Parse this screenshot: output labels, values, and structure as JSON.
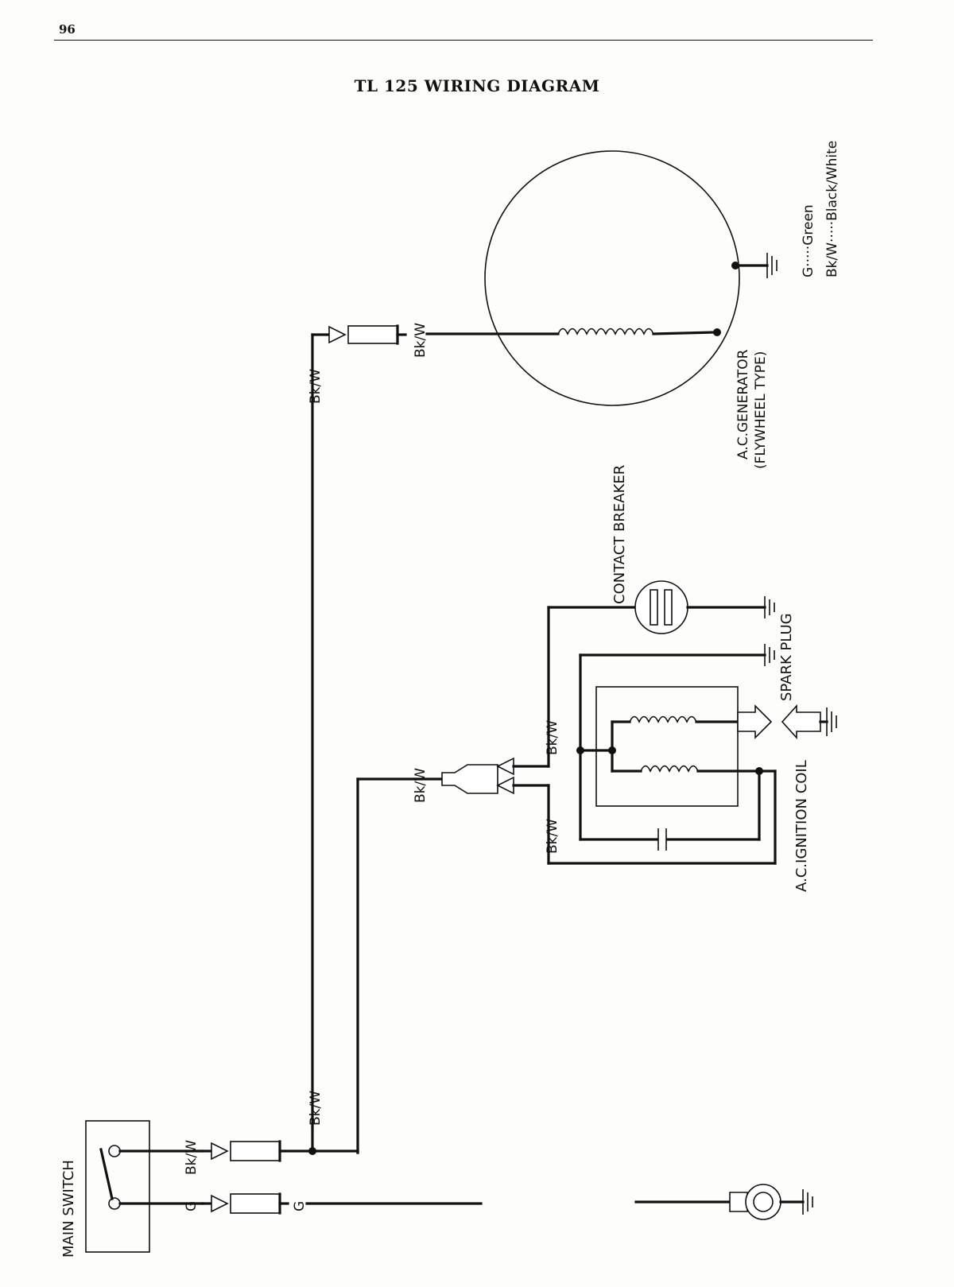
{
  "page": {
    "number": "96",
    "title": "TL 125 WIRING DIAGRAM"
  },
  "legend": [
    "G·····Green",
    "Bk/W·····Black/White"
  ],
  "components": {
    "main_switch": "MAIN SWITCH",
    "ac_generator_line1": "A.C.GENERATOR",
    "ac_generator_line2": "(FLYWHEEL TYPE)",
    "contact_breaker": "CONTACT BREAKER",
    "spark_plug": "SPARK PLUG",
    "ignition_coil": "A.C.IGNITION COIL"
  },
  "wire_labels": {
    "bk_w": "Bk/W",
    "g": "G"
  },
  "colors": {
    "ink": "#111111",
    "paper": "#fdfdfb"
  }
}
